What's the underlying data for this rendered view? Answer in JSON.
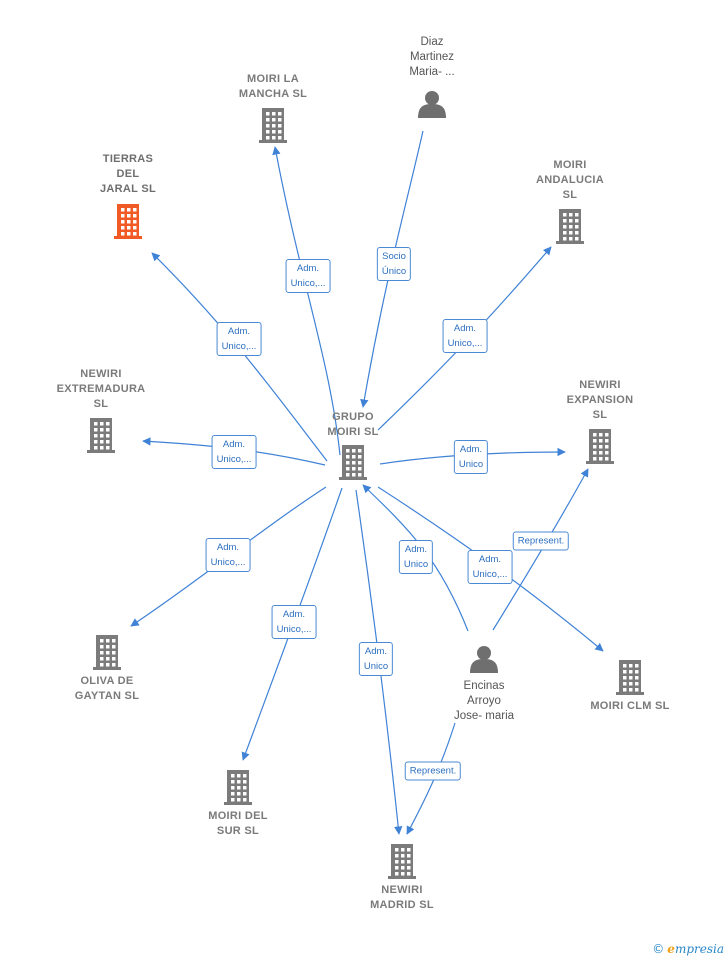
{
  "nodes": [
    {
      "id": "grupo",
      "label": "GRUPO\nMOIRI  SL",
      "type": "company"
    },
    {
      "id": "tierras",
      "label": "TIERRAS\nDEL\nJARAL  SL",
      "type": "company",
      "highlight": true
    },
    {
      "id": "mancha",
      "label": "MOIRI LA\nMANCHA  SL",
      "type": "company"
    },
    {
      "id": "diaz",
      "label": "Diaz\nMartinez\nMaria- ...",
      "type": "person"
    },
    {
      "id": "andalucia",
      "label": "MOIRI\nANDALUCIA\nSL",
      "type": "company"
    },
    {
      "id": "extremadura",
      "label": "NEWIRI\nEXTREMADURA\nSL",
      "type": "company"
    },
    {
      "id": "expansion",
      "label": "NEWIRI\nEXPANSION\nSL",
      "type": "company"
    },
    {
      "id": "oliva",
      "label": "OLIVA DE\nGAYTAN  SL",
      "type": "company"
    },
    {
      "id": "encinas",
      "label": "Encinas\nArroyo\nJose- maria",
      "type": "person"
    },
    {
      "id": "clm",
      "label": "MOIRI CLM SL",
      "type": "company"
    },
    {
      "id": "sur",
      "label": "MOIRI DEL\nSUR  SL",
      "type": "company"
    },
    {
      "id": "madrid",
      "label": "NEWIRI\nMADRID SL",
      "type": "company"
    }
  ],
  "edges": [
    {
      "id": "e-tierras",
      "label": "Adm.\nUnico,..."
    },
    {
      "id": "e-mancha",
      "label": "Adm.\nUnico,..."
    },
    {
      "id": "e-diaz",
      "label": "Socio\nÚnico"
    },
    {
      "id": "e-andalucia",
      "label": "Adm.\nUnico,..."
    },
    {
      "id": "e-extremadura",
      "label": "Adm.\nUnico,..."
    },
    {
      "id": "e-expansion",
      "label": "Adm.\nUnico"
    },
    {
      "id": "e-oliva",
      "label": "Adm.\nUnico,..."
    },
    {
      "id": "e-sur",
      "label": "Adm.\nUnico,..."
    },
    {
      "id": "e-madrid",
      "label": "Adm.\nUnico"
    },
    {
      "id": "e-encinas-grupo",
      "label": "Adm.\nUnico"
    },
    {
      "id": "e-clm",
      "label": "Adm.\nUnico,..."
    },
    {
      "id": "e-encinas-expansion",
      "label": "Represent."
    },
    {
      "id": "e-encinas-madrid",
      "label": "Represent."
    }
  ],
  "colors": {
    "edge": "#3f82d6",
    "building": "#7b7b7b",
    "building_highlight": "#f15a24",
    "person": "#6f6f6f"
  },
  "brand": {
    "symbol": "©",
    "first_letter": "e",
    "rest": "mpresia"
  }
}
